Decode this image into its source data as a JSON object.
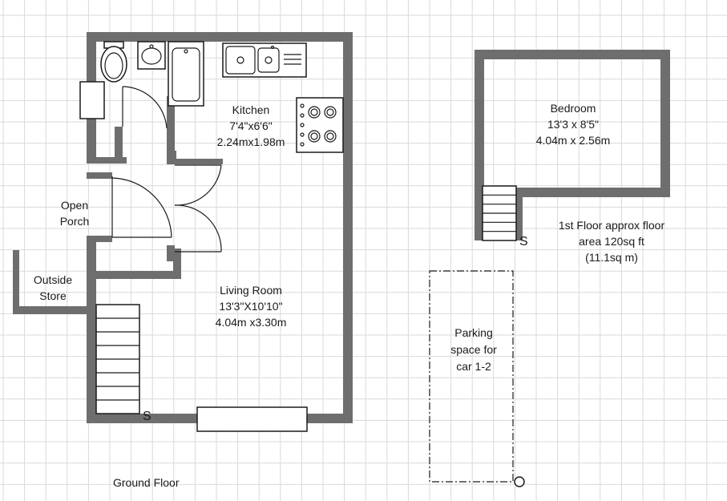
{
  "rooms": {
    "kitchen": {
      "name": "Kitchen",
      "dims_imperial": "7'4\"x6'6\"",
      "dims_metric": "2.24mx1.98m"
    },
    "living": {
      "name": "Living Room",
      "dims_imperial": "13'3\"X10'10\"",
      "dims_metric": "4.04m x3.30m"
    },
    "bedroom": {
      "name": "Bedroom",
      "dims_imperial": "13'3 x 8'5\"",
      "dims_metric": "4.04m x 2.56m"
    },
    "porch": {
      "line1": "Open",
      "line2": "Porch"
    },
    "store": {
      "line1": "Outside",
      "line2": "Store"
    }
  },
  "parking": {
    "line1": "Parking",
    "line2": "space for",
    "line3": "car 1-2"
  },
  "first_floor_area": {
    "line1": "1st Floor approx floor",
    "line2": "area 120sq ft",
    "line3": "(11.1sq m)"
  },
  "stair_marks": {
    "ground": "S",
    "first": "S"
  },
  "floor_labels": {
    "ground": "Ground Floor"
  },
  "colors": {
    "wall": "#6e6e6e",
    "grid": "#d9d9d9",
    "ink": "#1a1a1a",
    "background": "#ffffff"
  }
}
